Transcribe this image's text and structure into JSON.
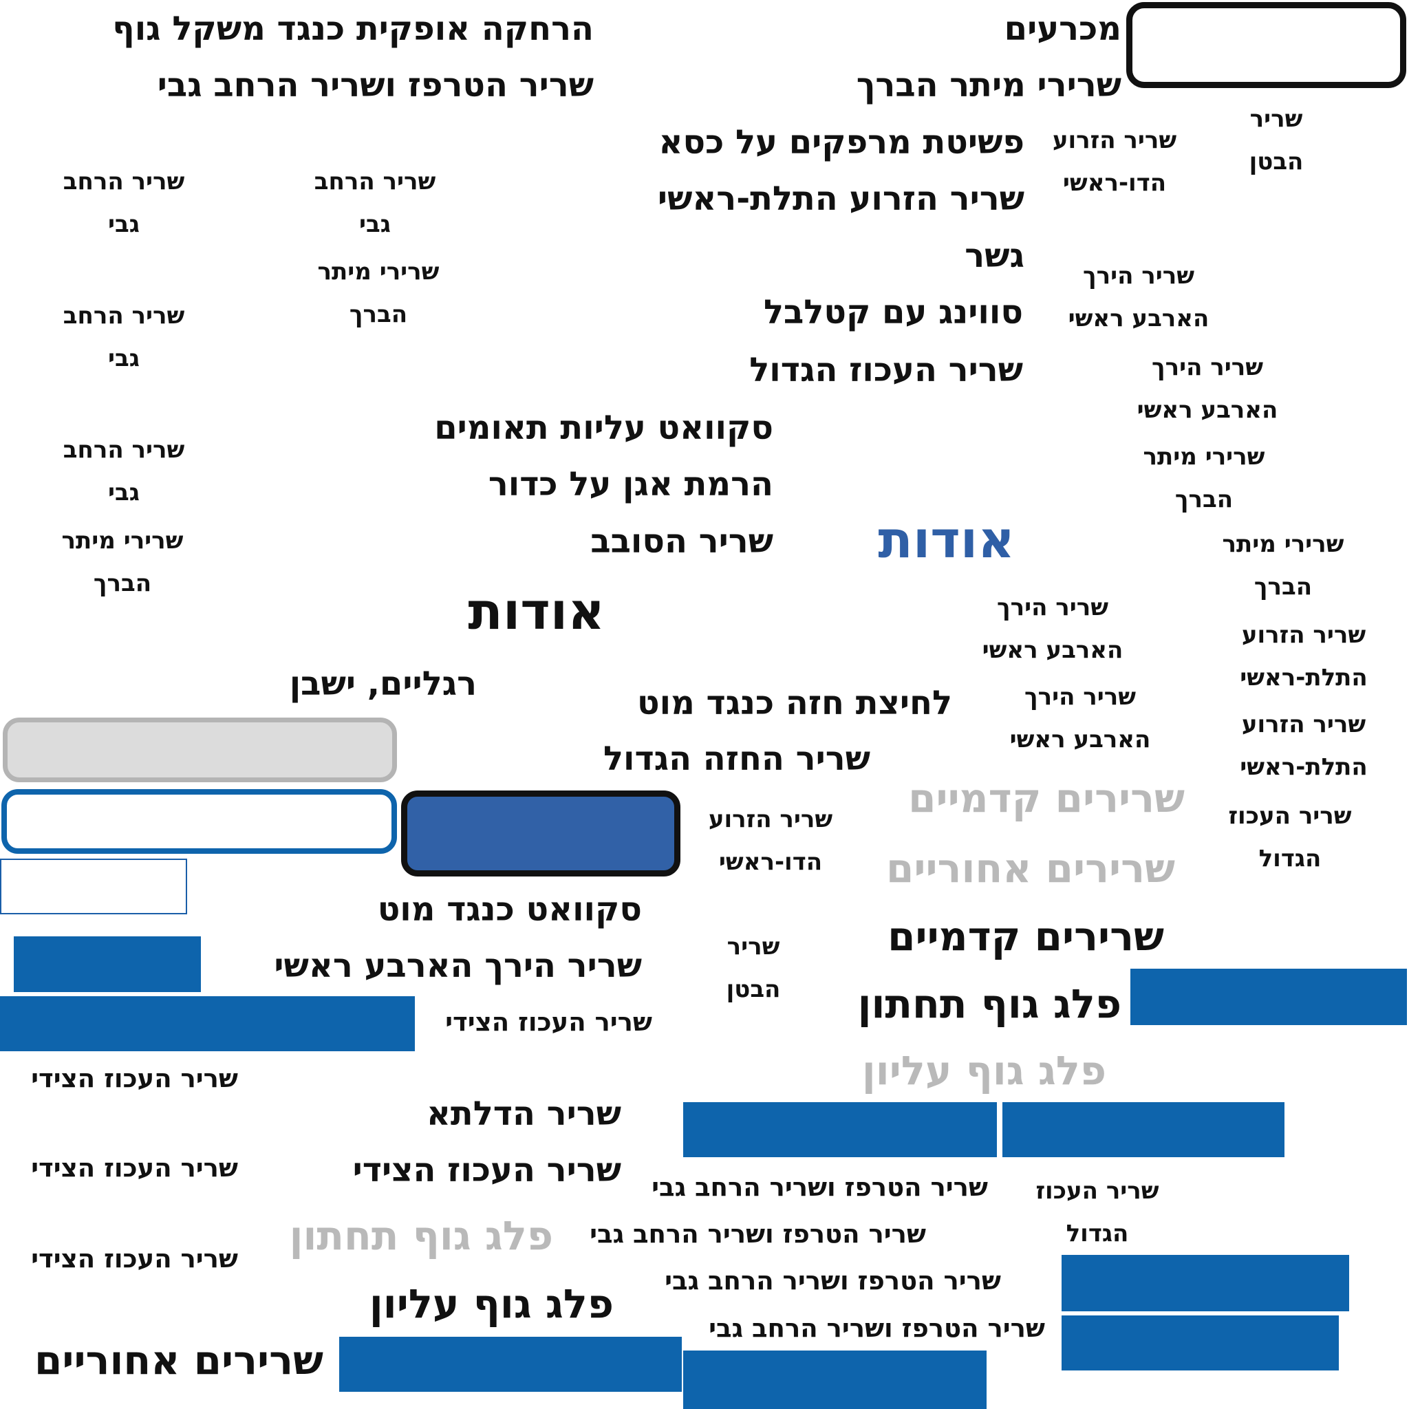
{
  "labels": {
    "h_distance": "הרחקה אופקית כנגד משקל גוף",
    "traps_lats": "שריר הטרפז ושריר הרחב גבי",
    "dips": "מכרעים",
    "glutes": "שרירי מיתר הברך",
    "elbows_chair": "פשיטת מרפקים על כסא",
    "triceps": "שריר הזרוע התלת-ראשי",
    "bridge": "גשר",
    "kb_swing": "סווינג עם קטלבל",
    "gastro": "שריר העכוז הגדול",
    "twin_squat": "סקוואט עליות תאומים",
    "pelvis_ball": "הרמת אגן על כדור",
    "supinator": "שריר הסובב",
    "about_dark": "אודות",
    "about_blue": "אודות",
    "legs_seated": "רגליים, ישבן",
    "chest_press": "לחיצת חזה כנגד מוט",
    "pecs": "שריר החזה הגדול",
    "squat_bar": "סקוואט כנגד מוט",
    "quads": "שריר הירך הארבע ראשי",
    "glute_med_s": "שריר העכוז הצידי",
    "anterior_gray": "שרירים קדמיים",
    "posterior_gray": "שרירים אחוריים",
    "anterior_dark": "שרירים קדמיים",
    "lower_dark": "פלג גוף תחתון",
    "upper_gray": "פלג גוף עליון",
    "delta": "שריר הדלתא",
    "glute_med_l": "שריר העכוז הצידי",
    "lower_gray": "פלג גוף תחתון",
    "upper_dark": "פלג גוף עליון",
    "posterior_dark": "שרירים אחוריים",
    "traps_1": "שריר הטרפז ושריר הרחב גבי",
    "traps_2": "שריר הטרפז ושריר הרחב גבי",
    "traps_3": "שריר הטרפז ושריר הרחב גבי",
    "traps_4": "שריר הטרפז ושריר הרחב גבי",
    "glute_med_1": "שריר העכוז הצידי",
    "glute_med_2": "שריר העכוז הצידי",
    "glute_med_3": "שריר העכוז הצידי",
    "abs_top": "שריר הבטן",
    "biceps_top": "שריר הזרוע הדו-ראשי",
    "quads_a": "שריר הירך הארבע ראשי",
    "quads_b": "שריר הירך הארבע ראשי",
    "quads_c": "שריר הירך הארבע ראשי",
    "quads_d": "שריר הירך הארבע ראשי",
    "ham_a": "שרירי מיתר הברך",
    "ham_b": "שרירי מיתר הברך",
    "triceps_a": "שריר הזרוע התלת-ראשי",
    "triceps_b": "שריר הזרוע התלת-ראשי",
    "gastro_a": "שריר העכוז הגדול",
    "gastro_b": "שריר העכוז הגדול",
    "biceps_mid": "שריר הזרוע הדו-ראשי",
    "abs_mid": "שריר הבטן",
    "lats_a": "שריר הרחב גבי",
    "lats_b": "שריר הרחב גבי",
    "lats_c": "שריר הרחב גבי",
    "lats_d": "שריר הרחב גבי",
    "ham_c": "שרירי מיתר הברך",
    "ham_d": "שרירי מיתר הברך"
  },
  "colors": {
    "block_blue": "#0e64ac",
    "button_blue": "#3161a7",
    "heading_blue": "#2f5fa6",
    "muted_gray": "#b9b9b9"
  }
}
